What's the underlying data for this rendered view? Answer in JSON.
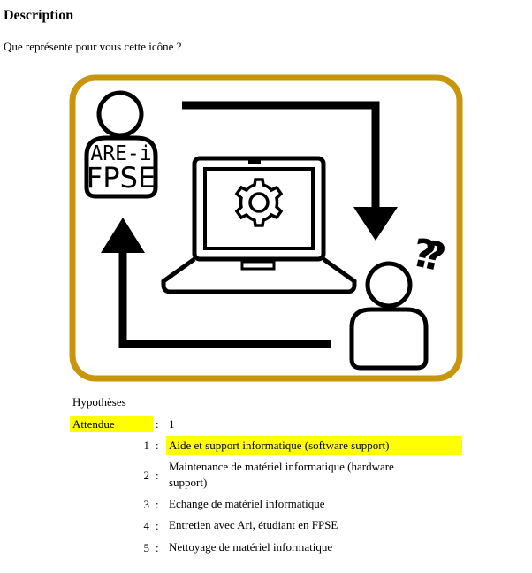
{
  "description": {
    "heading": "Description",
    "question": "Que représente pour vous cette icône ?"
  },
  "icon": {
    "person_top_text_line1": "ARE-i",
    "person_top_text_line2": "FPSE",
    "question_marks": "??",
    "frame_color": "#c8960c"
  },
  "hypotheses": {
    "label": "Hypothèses",
    "expected_label": "Attendue",
    "separator": ":",
    "expected_value": "1",
    "highlight_color": "#ffff00",
    "options": [
      {
        "number": "1",
        "text": "Aide et support informatique (software support)",
        "highlighted": true
      },
      {
        "number": "2",
        "text": "Maintenance de matériel informatique (hardware support)",
        "highlighted": false
      },
      {
        "number": "3",
        "text": "Echange de matériel informatique",
        "highlighted": false
      },
      {
        "number": "4",
        "text": "Entretien avec Ari, étudiant en FPSE",
        "highlighted": false
      },
      {
        "number": "5",
        "text": "Nettoyage de matériel informatique",
        "highlighted": false
      }
    ]
  }
}
